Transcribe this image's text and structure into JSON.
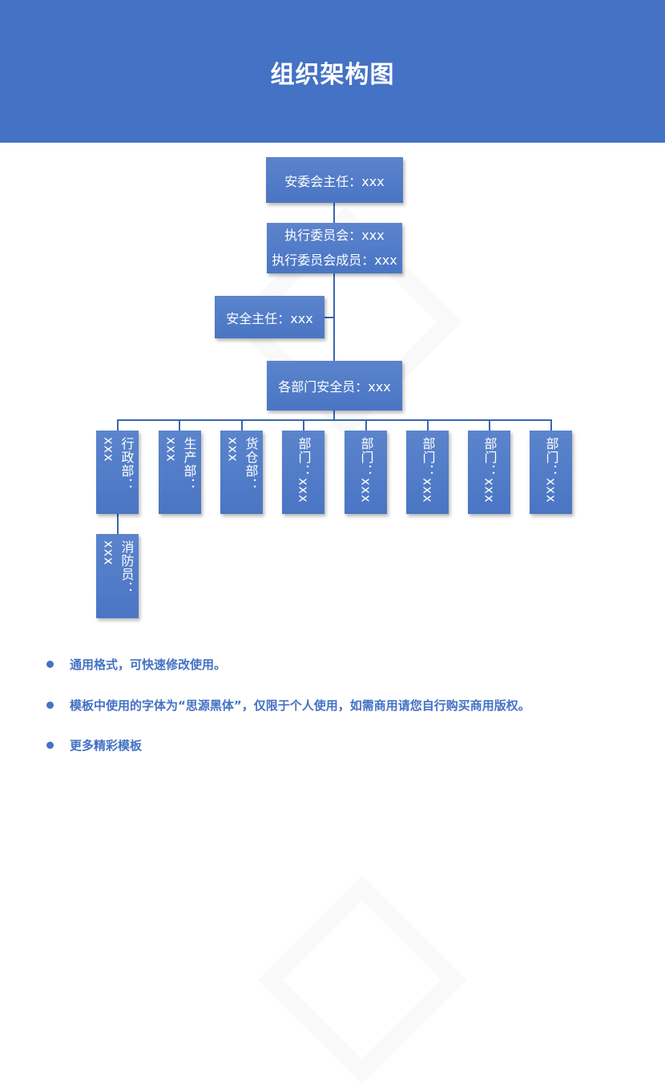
{
  "header": {
    "title": "组织架构图",
    "background_color": "#4472C4"
  },
  "org_chart": {
    "box_color": "#4472C4",
    "line_color": "#3A66B4",
    "levels": {
      "chairman": {
        "label": "安委会主任：xxx"
      },
      "executive": {
        "line1": "执行委员会：xxx",
        "line2": "执行委员会成员：xxx"
      },
      "safety_director": {
        "label": "安全主任：xxx"
      },
      "dept_safety_officers": {
        "label": "各部门安全员：xxx"
      }
    },
    "departments": [
      {
        "label": "行政部：xxx"
      },
      {
        "label": "生产部：xxx"
      },
      {
        "label": "货仓部：xxx"
      },
      {
        "label": "部门：xxx"
      },
      {
        "label": "部门：xxx"
      },
      {
        "label": "部门：xxx"
      },
      {
        "label": "部门：xxx"
      },
      {
        "label": "部门：xxx"
      }
    ],
    "sub_units": [
      {
        "parent": "行政部",
        "label": "消防员：xxx"
      }
    ]
  },
  "notes": {
    "items": [
      "通用格式，可快速修改使用。",
      "模板中使用的字体为“思源黑体”，仅限于个人使用，如需商用请您自行购买商用版权。",
      "更多精彩模板"
    ],
    "text_color": "#4472C4"
  }
}
